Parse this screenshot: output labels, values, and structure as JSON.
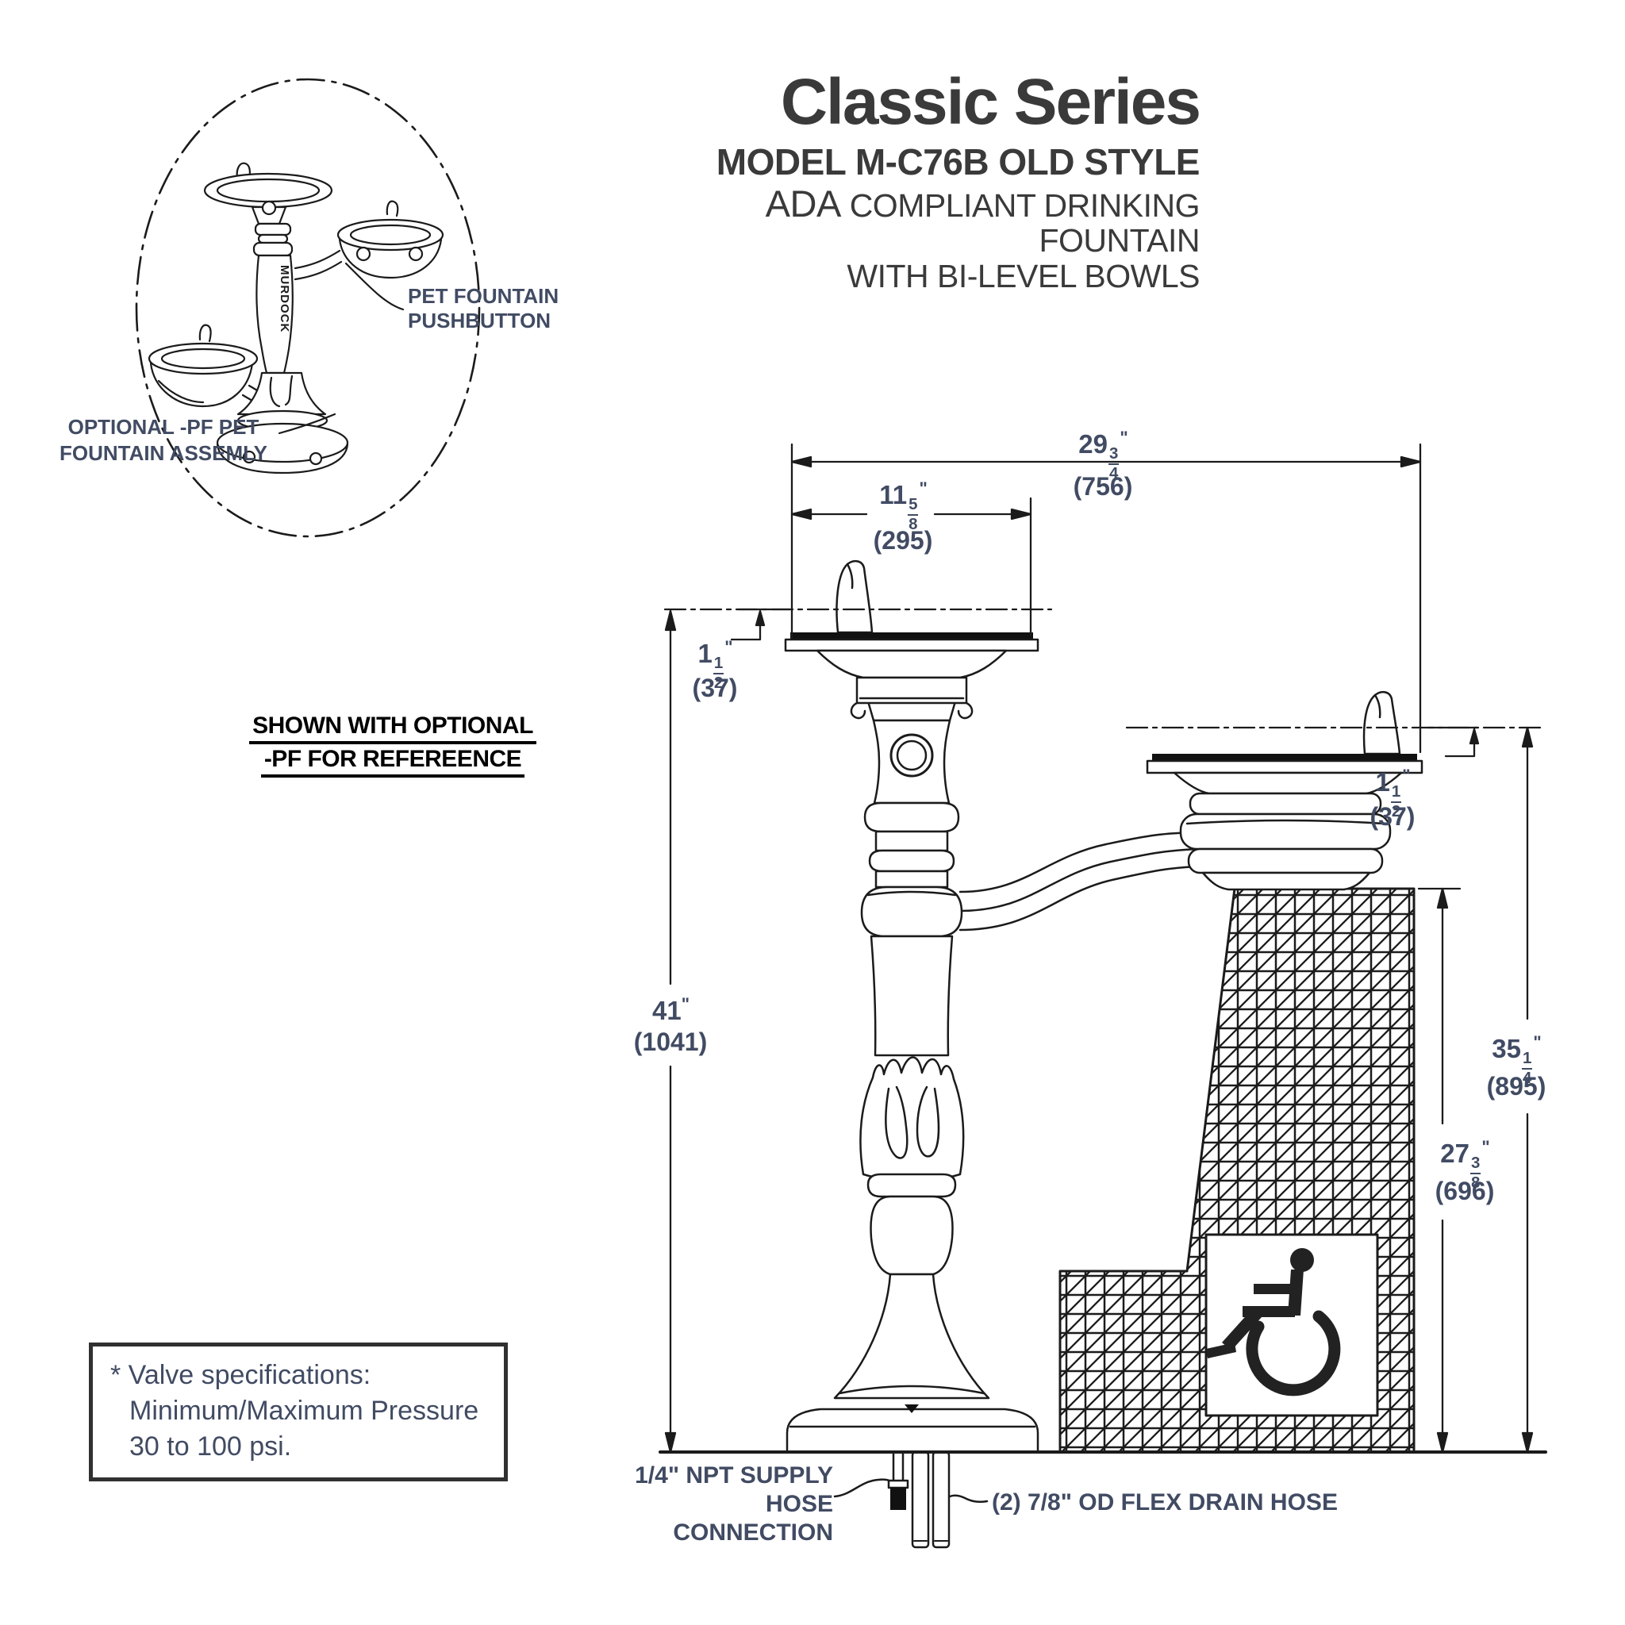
{
  "title": {
    "series": "Classic Series",
    "model": "MODEL M-C76B OLD STYLE",
    "ada_prefix": "ADA",
    "ada_rest": " COMPLIANT DRINKING FOUNTAIN",
    "line4": "WITH BI-LEVEL BOWLS"
  },
  "inset": {
    "label_pushbutton_l1": "PET FOUNTAIN",
    "label_pushbutton_l2": "PUSHBUTTON",
    "label_optional_l1": "OPTIONAL -PF PET",
    "label_optional_l2": "FOUNTAIN ASSEMLY",
    "caption_l1": "SHOWN WITH OPTIONAL",
    "caption_l2": "-PF FOR REFEREENCE",
    "brand_vertical": "MURDOCK"
  },
  "dims": {
    "top_width": {
      "whole": "29",
      "num": "3",
      "den": "4",
      "unit": "\"",
      "mm": "(756)"
    },
    "bowl_width": {
      "whole": "11",
      "num": "5",
      "den": "8",
      "unit": "\"",
      "mm": "(295)"
    },
    "rim_left": {
      "whole": "1",
      "num": "1",
      "den": "2",
      "unit": "\"",
      "mm": "(37)"
    },
    "rim_right": {
      "whole": "1",
      "num": "1",
      "den": "2",
      "unit": "\"",
      "mm": "(37)"
    },
    "height_high": {
      "whole": "41",
      "unit": "\"",
      "mm": "(1041)"
    },
    "height_low": {
      "whole": "35",
      "num": "1",
      "den": "4",
      "unit": "\"",
      "mm": "(895)"
    },
    "support_height": {
      "whole": "27",
      "num": "3",
      "den": "8",
      "unit": "\"",
      "mm": "(696)"
    }
  },
  "notes": {
    "supply_l1": "1/4\" NPT SUPPLY",
    "supply_l2": "HOSE CONNECTION",
    "drain": "(2) 7/8\" OD FLEX DRAIN HOSE"
  },
  "valve_box": {
    "line1": "* Valve specifications:",
    "line2": "Minimum/Maximum Pressure",
    "line3": "30 to 100 psi."
  },
  "colors": {
    "line_art": "#1b1b1b",
    "dim_text": "#414b63",
    "title_text": "#3a3a3a",
    "caption_text": "#000000"
  }
}
